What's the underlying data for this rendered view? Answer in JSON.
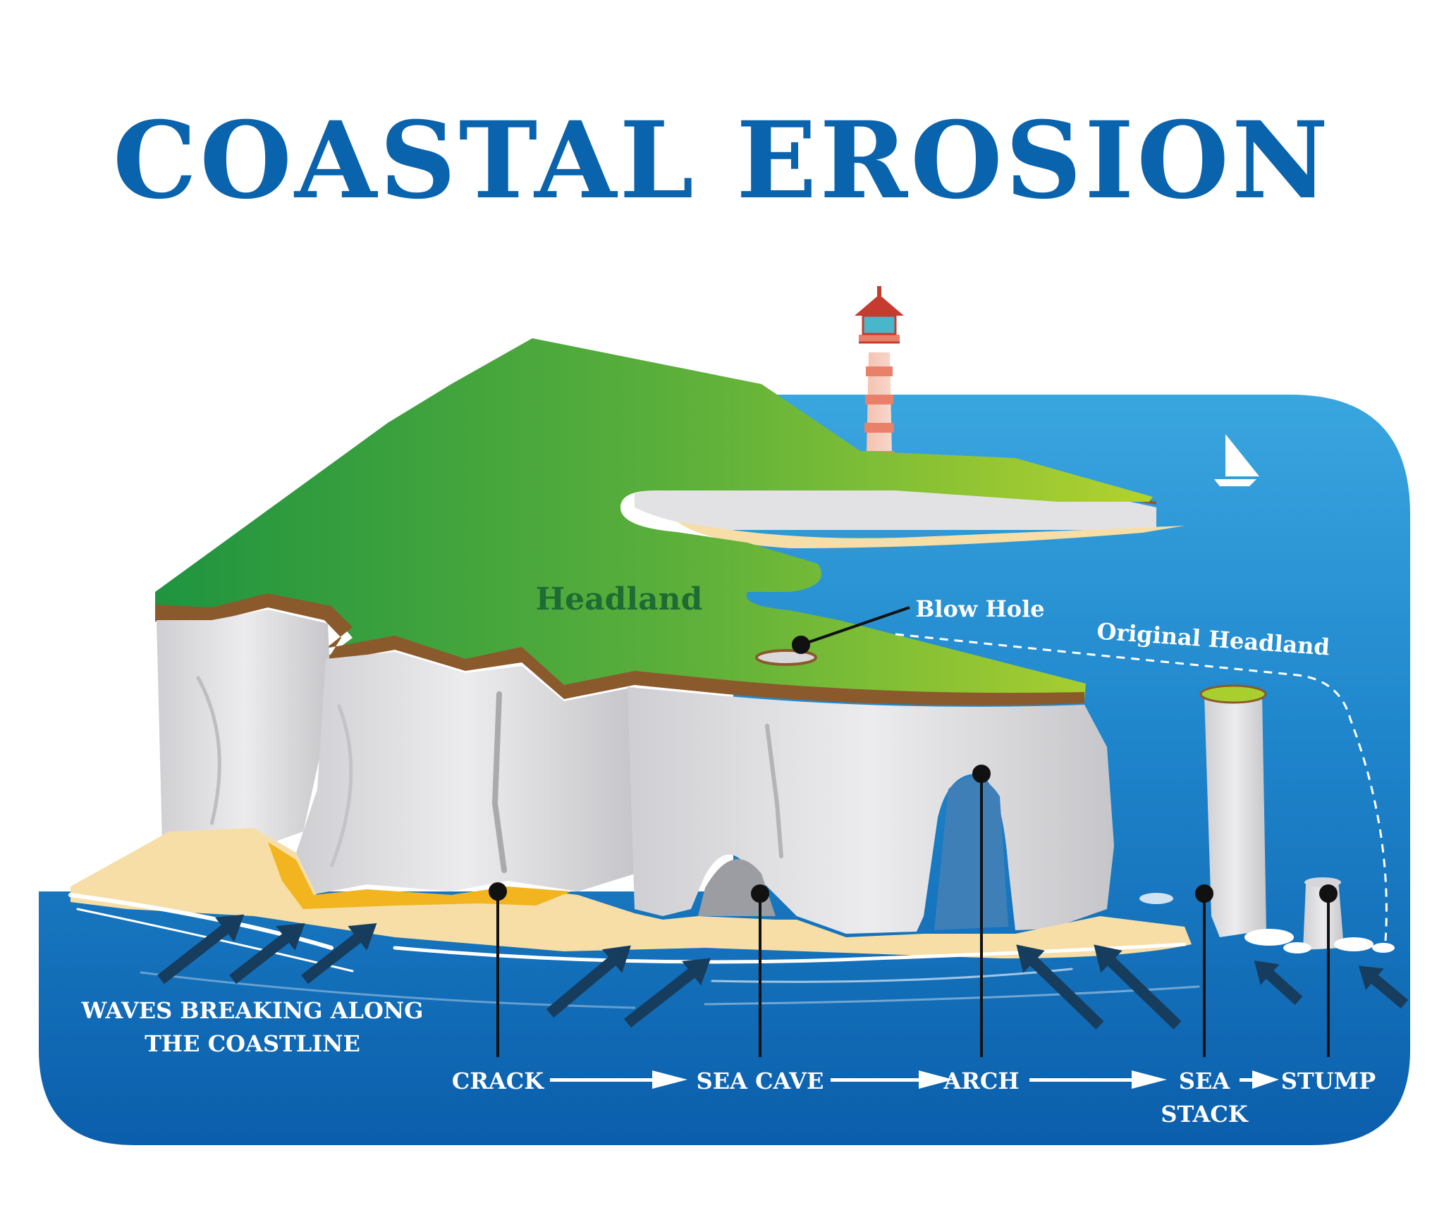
{
  "title": "COASTAL EROSION",
  "labels": {
    "headland": "Headland",
    "blow_hole": "Blow Hole",
    "original_headland": "Original Headland",
    "waves_line1": "WAVES BREAKING ALONG",
    "waves_line2": "THE COASTLINE",
    "crack": "CRACK",
    "sea_cave": "SEA CAVE",
    "arch": "ARCH",
    "sea_stack_line1": "SEA",
    "sea_stack_line2": "STACK",
    "stump": "STUMP"
  },
  "colors": {
    "title": "#0a63ad",
    "sea_light": "#3aa6df",
    "sea_deep": "#0b63b0",
    "grass_dark": "#1f9440",
    "grass_light": "#a8cf2e",
    "soil": "#8a5a2c",
    "cliff": "#e4e4e6",
    "cliff_shadow": "#b9b9bd",
    "sand": "#f6dea6",
    "sand_wet": "#f2b51f",
    "arrow": "#173d5e",
    "lighthouse_stripe": "#e9806a",
    "lighthouse_roof": "#c63b2f",
    "lighthouse_glass": "#49b6c9"
  },
  "icons": [
    "lighthouse-icon",
    "sailboat-icon",
    "wave-arrow-icon",
    "flow-arrow-icon"
  ]
}
